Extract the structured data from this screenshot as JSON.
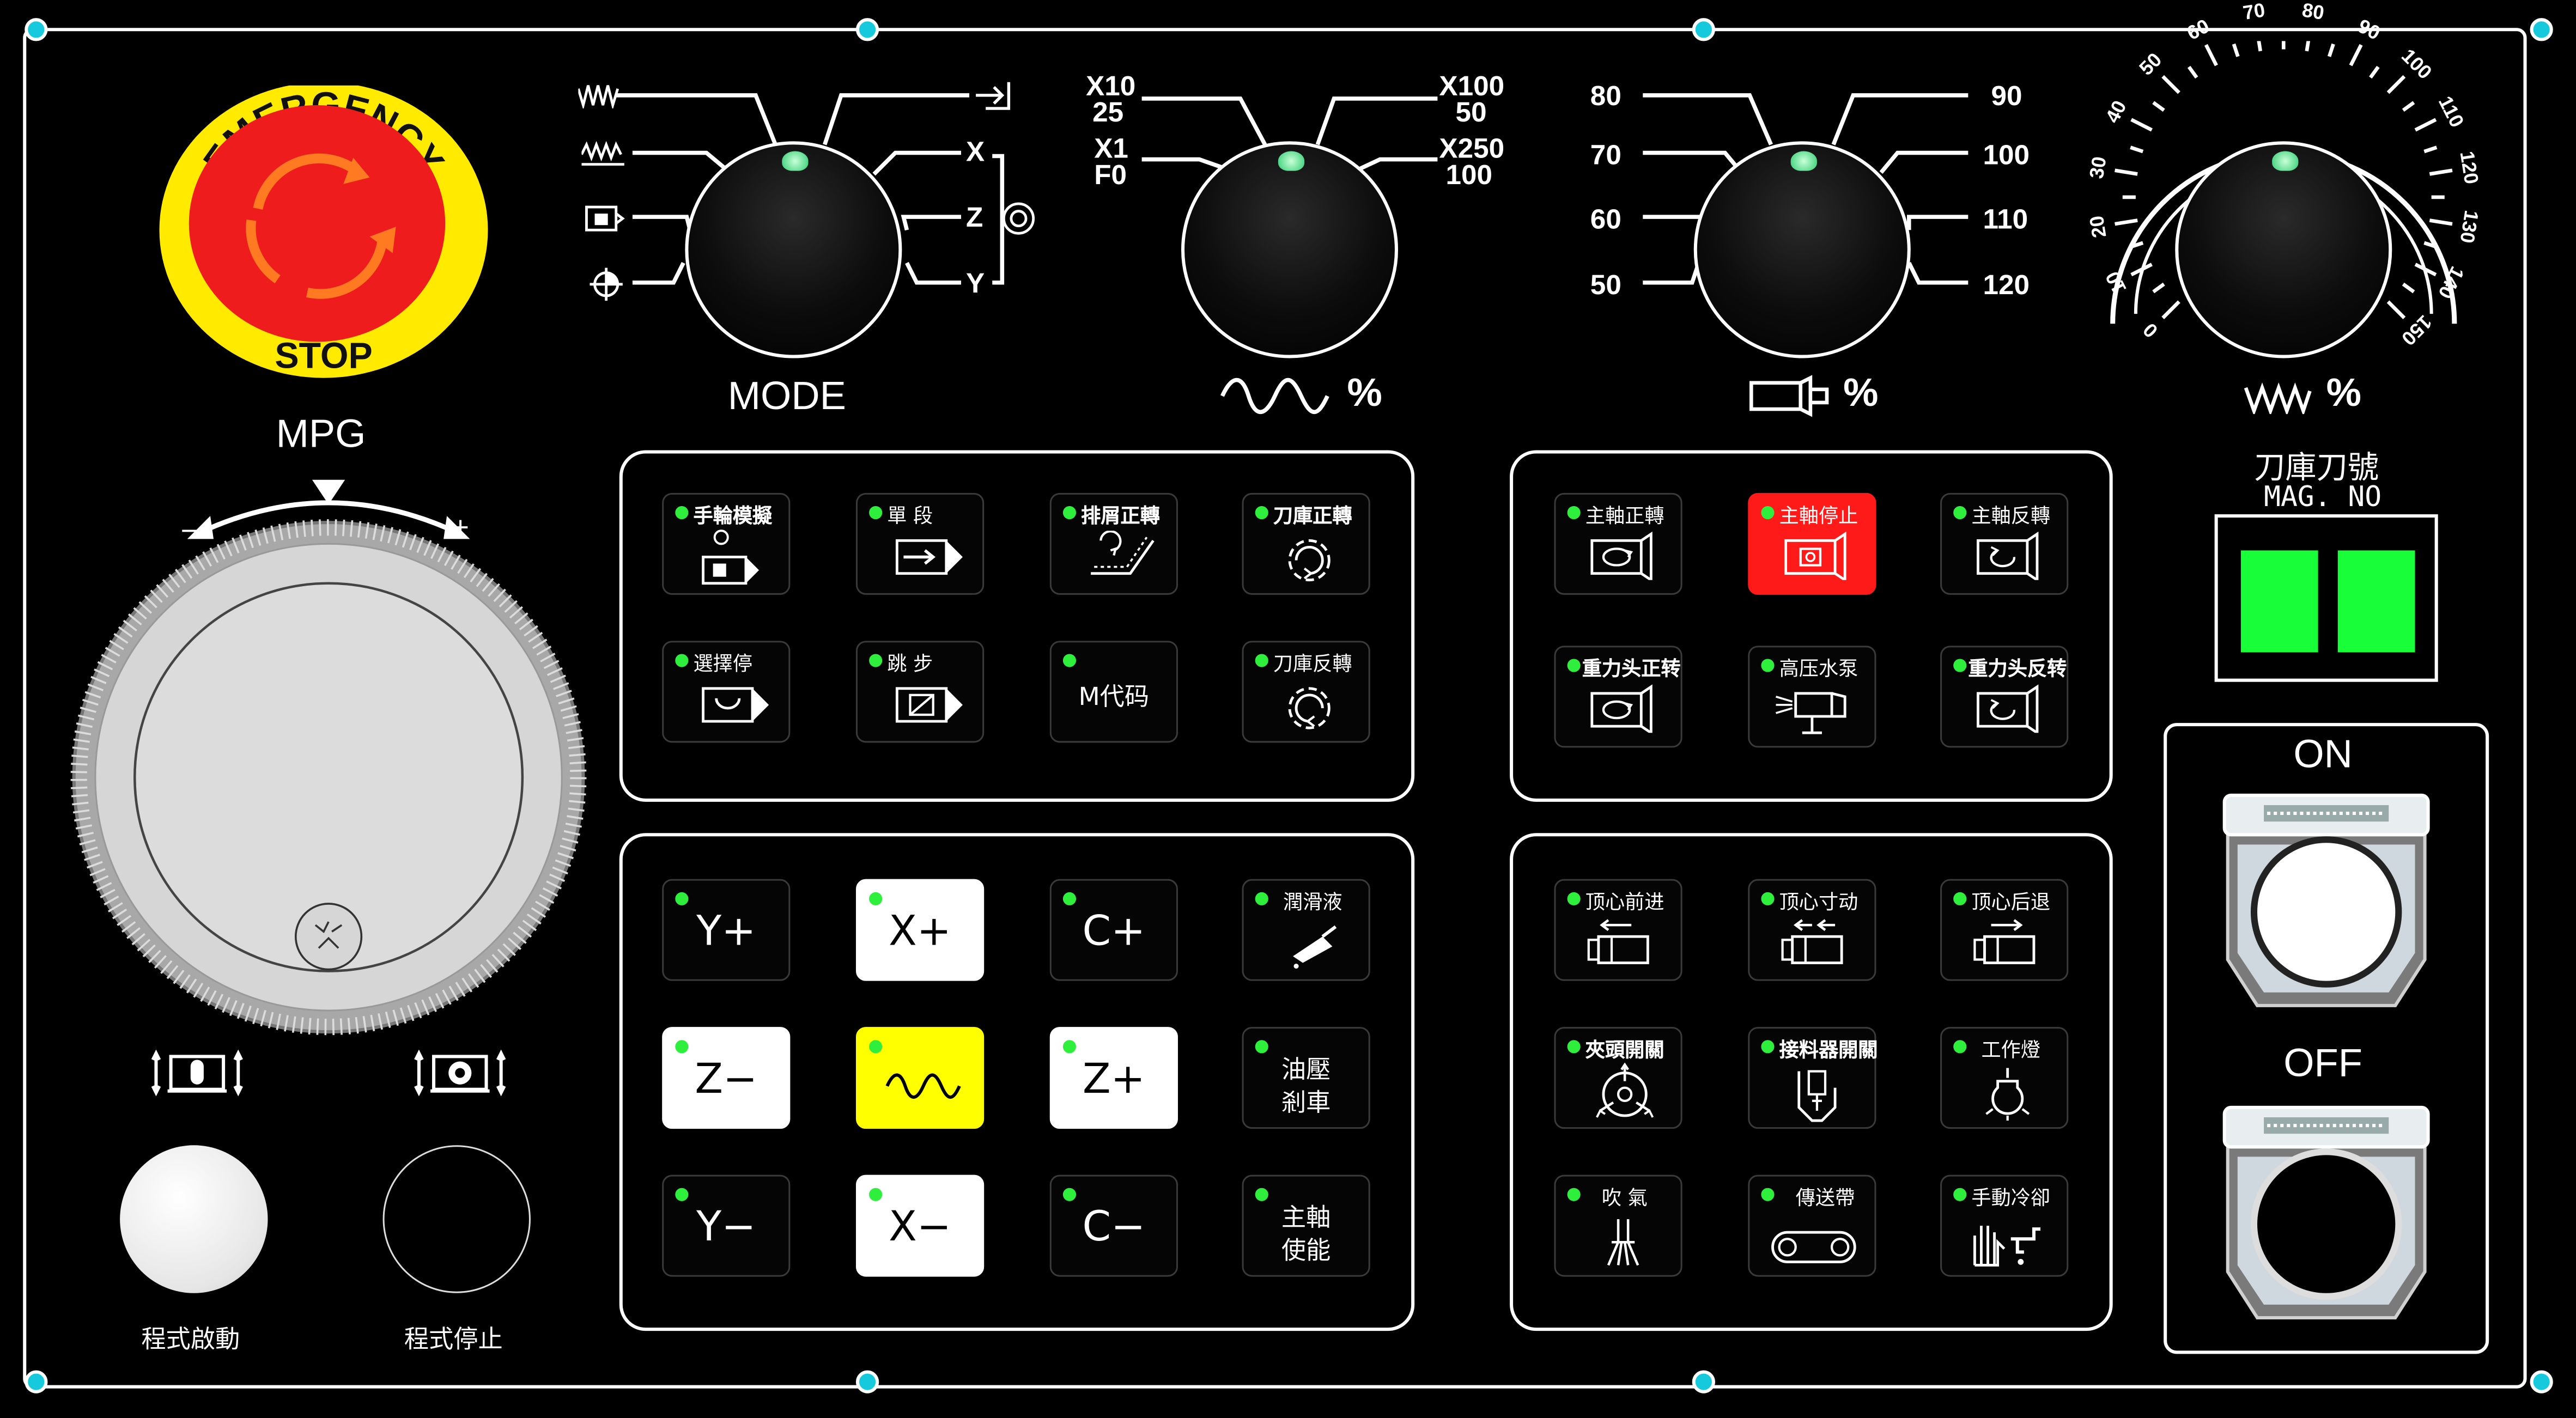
{
  "emergency": {
    "top": "EMERGENCY",
    "bottom": "STOP"
  },
  "mpg": {
    "title": "MPG",
    "minus": "−",
    "plus": "+"
  },
  "program_buttons": {
    "start": "程式啟動",
    "stop": "程式停止"
  },
  "knobs": {
    "mode": {
      "title": "MODE",
      "right_labels": [
        "X",
        "Z",
        "Y"
      ]
    },
    "feed": {
      "left_top": "X10",
      "left_top2": "25",
      "left_mid": "X1",
      "left_mid2": "F0",
      "right_top": "X100",
      "right_top2": "50",
      "right_mid": "X250",
      "right_mid2": "100",
      "percent": "%"
    },
    "spindle": {
      "left": [
        "80",
        "70",
        "60",
        "50"
      ],
      "right": [
        "90",
        "100",
        "110",
        "120"
      ],
      "percent": "%"
    },
    "rapid": {
      "scale": [
        "0",
        "10",
        "20",
        "30",
        "40",
        "50",
        "60",
        "70",
        "80",
        "90",
        "100",
        "110",
        "120",
        "130",
        "140",
        "150"
      ],
      "percent": "%"
    }
  },
  "magazine": {
    "title": "刀庫刀號",
    "subtitle": "MAG. NO"
  },
  "switches": {
    "on": "ON",
    "off": "OFF"
  },
  "mode_keys": [
    {
      "label": "手輪模擬"
    },
    {
      "label": "單 段"
    },
    {
      "label": "排屑正轉"
    },
    {
      "label": "刀庫正轉"
    },
    {
      "label": "選擇停"
    },
    {
      "label": "跳 步"
    },
    {
      "label": "M代码"
    },
    {
      "label": "刀庫反轉"
    }
  ],
  "spindle_keys": [
    {
      "label": "主軸正轉"
    },
    {
      "label": "主軸停止"
    },
    {
      "label": "主軸反轉"
    },
    {
      "label": "重力头正转"
    },
    {
      "label": "高压水泵"
    },
    {
      "label": "重力头反转"
    }
  ],
  "jog_keys": [
    {
      "label": "Y+"
    },
    {
      "label": "X+"
    },
    {
      "label": "C+"
    },
    {
      "label": "潤滑液"
    },
    {
      "label": "Z−"
    },
    {
      "label": ""
    },
    {
      "label": "Z+"
    },
    {
      "label": "油壓",
      "label2": "剎車"
    },
    {
      "label": "Y−"
    },
    {
      "label": "X−"
    },
    {
      "label": "C−"
    },
    {
      "label": "主軸",
      "label2": "使能"
    }
  ],
  "aux_keys": [
    {
      "label": "顶心前进"
    },
    {
      "label": "顶心寸动"
    },
    {
      "label": "顶心后退"
    },
    {
      "label": "夾頭開關"
    },
    {
      "label": "接料器開關"
    },
    {
      "label": "工作燈"
    },
    {
      "label": "吹 氣"
    },
    {
      "label": "傳送帶"
    },
    {
      "label": "手動冷卻"
    }
  ],
  "colors": {
    "led": "#2ef03c",
    "screw": "#16c9dc",
    "estop_red": "#ee1c1c",
    "estop_yellow": "#ffea00",
    "mag_display": "#18ff3a"
  }
}
